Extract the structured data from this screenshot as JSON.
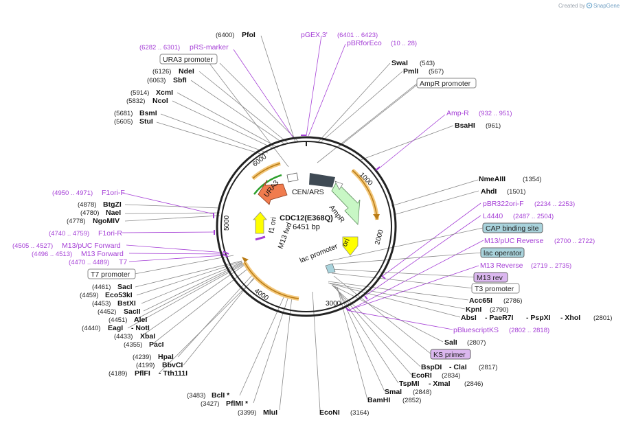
{
  "header": {
    "created_by": "Created by",
    "brand": "SnapGene"
  },
  "plasmid": {
    "name": "CDC12(E368Q)",
    "size": "6451 bp"
  },
  "ticks": [
    "1000",
    "2000",
    "3000",
    "4000",
    "5000",
    "6000"
  ],
  "features": {
    "cen_ars": "CEN/ARS",
    "ampr": "AmpR",
    "ori": "ori",
    "lac_promoter": "lac promoter",
    "ura3": "URA3",
    "f1_ori": "f1 ori",
    "m13_fwd": "M13 fwd"
  },
  "sites_right": [
    {
      "name": "SwaI",
      "pos": "(543)"
    },
    {
      "name": "PmlI",
      "pos": "(567)"
    },
    {
      "name": "BsaHI",
      "pos": "(961)"
    },
    {
      "name": "NmeAIII",
      "pos": "(1354)"
    },
    {
      "name": "AhdI",
      "pos": "(1501)"
    },
    {
      "name": "Acc65I",
      "pos": "(2786)"
    },
    {
      "name": "KpnI",
      "pos": "(2790)"
    },
    {
      "name": "SalI",
      "pos": "(2807)"
    },
    {
      "name": "BspDI",
      "pos": "(2817)"
    },
    {
      "name": "EcoRI",
      "pos": "(2834)"
    },
    {
      "name": "TspMI",
      "pos": "(2846)"
    },
    {
      "name": "SmaI",
      "pos": "(2848)"
    },
    {
      "name": "BamHI",
      "pos": "(2852)"
    },
    {
      "name": "EcoNI",
      "pos": "(3164)"
    },
    {
      "name": "MluI",
      "pos": "(3399)"
    },
    {
      "name": "PflMI *",
      "pos": "(3427)"
    },
    {
      "name": "BclI *",
      "pos": "(3483)"
    }
  ],
  "multi_sites": {
    "absi_line": {
      "a": "AbsI",
      "b": "PaeR7I",
      "c": "PspXI",
      "d": "XhoI",
      "pos": "(2801)"
    },
    "clai": "ClaI",
    "xmai": "XmaI"
  },
  "sites_left": [
    {
      "name": "PfoI",
      "pos": "(6400)"
    },
    {
      "name": "NdeI",
      "pos": "(6126)"
    },
    {
      "name": "SbfI",
      "pos": "(6063)"
    },
    {
      "name": "XcmI",
      "pos": "(5914)"
    },
    {
      "name": "NcoI",
      "pos": "(5832)"
    },
    {
      "name": "BsmI",
      "pos": "(5681)"
    },
    {
      "name": "StuI",
      "pos": "(5605)"
    },
    {
      "name": "BtgZI",
      "pos": "(4878)"
    },
    {
      "name": "NaeI",
      "pos": "(4780)"
    },
    {
      "name": "NgoMIV",
      "pos": "(4778)"
    },
    {
      "name": "SacI",
      "pos": "(4461)"
    },
    {
      "name": "Eco53kI",
      "pos": "(4459)"
    },
    {
      "name": "BstXI",
      "pos": "(4453)"
    },
    {
      "name": "SacII",
      "pos": "(4452)"
    },
    {
      "name": "AleI",
      "pos": "(4451)"
    },
    {
      "name": "EagI",
      "pos": "(4440)"
    },
    {
      "name": "XbaI",
      "pos": "(4433)"
    },
    {
      "name": "PacI",
      "pos": "(4355)"
    },
    {
      "name": "HpaI",
      "pos": "(4239)"
    },
    {
      "name": "BbvCI",
      "pos": "(4199)"
    },
    {
      "name": "PflFI",
      "pos": "(4189)"
    }
  ],
  "left_extra": {
    "noti": "NotI",
    "tth111i": "Tth111I"
  },
  "primers": [
    {
      "name": "pGEX 3'",
      "pos": "(6401 .. 6423)"
    },
    {
      "name": "pBRforEco",
      "pos": "(10 .. 28)"
    },
    {
      "name": "pRS-marker",
      "pos": "(6282 .. 6301)"
    },
    {
      "name": "Amp-R",
      "pos": "(932 .. 951)"
    },
    {
      "name": "pBR322ori-F",
      "pos": "(2234 .. 2253)"
    },
    {
      "name": "L4440",
      "pos": "(2487 .. 2504)"
    },
    {
      "name": "M13/pUC Reverse",
      "pos": "(2700 .. 2722)"
    },
    {
      "name": "M13 Reverse",
      "pos": "(2719 .. 2735)"
    },
    {
      "name": "pBluescriptKS",
      "pos": "(2802 .. 2818)"
    },
    {
      "name": "F1ori-F",
      "pos": "(4950 .. 4971)"
    },
    {
      "name": "F1ori-R",
      "pos": "(4740 .. 4759)"
    },
    {
      "name": "M13/pUC Forward",
      "pos": "(4505 .. 4527)"
    },
    {
      "name": "M13 Forward",
      "pos": "(4496 .. 4513)"
    },
    {
      "name": "T7",
      "pos": "(4470 .. 4489)"
    }
  ],
  "boxed": {
    "ura3_promoter": "URA3 promoter",
    "ampr_promoter": "AmpR promoter",
    "cap_binding_site": "CAP binding site",
    "lac_operator": "lac operator",
    "m13_rev": "M13 rev",
    "t3_promoter": "T3 promoter",
    "ks_primer": "KS primer",
    "t7_promoter": "T7 promoter"
  },
  "colors": {
    "backbone": "#222222",
    "primer": "#a53fd6",
    "cen_ars": "#3f4a54",
    "ampr": "#c8f7c5",
    "ori": "#ffff00",
    "ura3": "#f07c4e",
    "f1_ori": "#ffff00",
    "orf": "#e6a33c",
    "box_blue": "#a9d3dc",
    "box_purple": "#dbb7ef"
  }
}
